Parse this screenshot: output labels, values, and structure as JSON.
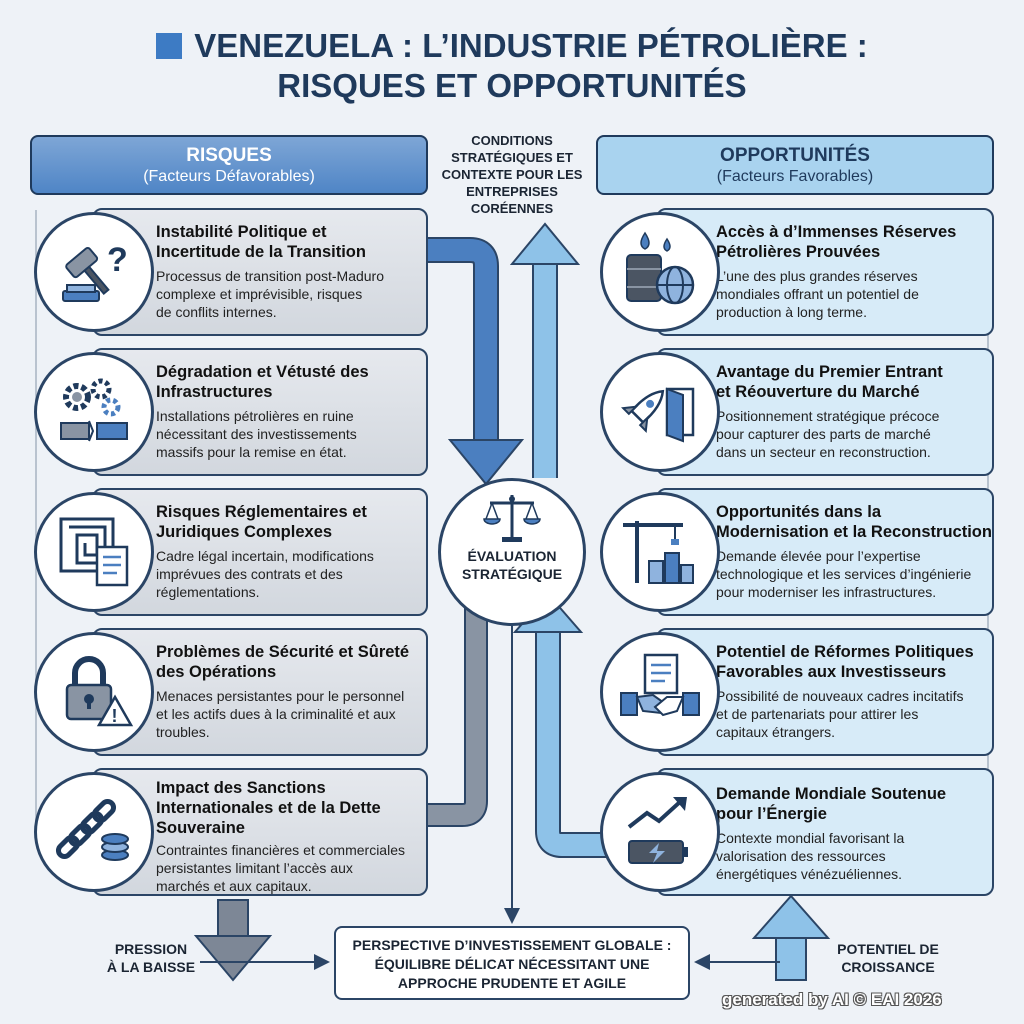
{
  "title": {
    "line1": "VENEZUELA : L’INDUSTRIE PÉTROLIÈRE :",
    "line2": "RISQUES ET OPPORTUNITÉS"
  },
  "risks_header": {
    "title": "RISQUES",
    "subtitle": "(Facteurs Défavorables)"
  },
  "opps_header": {
    "title": "OPPORTUNITÉS",
    "subtitle": "(Facteurs Favorables)"
  },
  "center_conditions": [
    "CONDITIONS",
    "STRATÉGIQUES ET",
    "CONTEXTE POUR LES",
    "ENTREPRISES",
    "CORÉENNES"
  ],
  "risks": [
    {
      "title": [
        "Instabilité Politique et",
        "Incertitude de la Transition"
      ],
      "desc": [
        "Processus de transition post-Maduro",
        "complexe et imprévisible, risques",
        "de conflits internes."
      ],
      "icon": "gavel-question-icon"
    },
    {
      "title": [
        "Dégradation et Vétusté des",
        "Infrastructures"
      ],
      "desc": [
        "Installations pétrolières en ruine",
        "nécessitant des investissements",
        "massifs pour la remise en état."
      ],
      "icon": "broken-pipe-gears-icon"
    },
    {
      "title": [
        "Risques Réglementaires et",
        "Juridiques Complexes"
      ],
      "desc": [
        "Cadre légal incertain, modifications",
        "imprévues des contrats et des",
        "réglementations."
      ],
      "icon": "maze-document-icon"
    },
    {
      "title": [
        "Problèmes de Sécurité et Sûreté",
        "des Opérations"
      ],
      "desc": [
        "Menaces persistantes pour le personnel",
        "et les actifs dues à la criminalité et aux",
        "troubles."
      ],
      "icon": "padlock-warning-icon"
    },
    {
      "title": [
        "Impact des Sanctions",
        "Internationales et de la Dette",
        "Souveraine"
      ],
      "desc": [
        "Contraintes financières et commerciales",
        "persistantes limitant l’accès aux",
        "marchés et aux capitaux."
      ],
      "icon": "chain-coins-icon"
    }
  ],
  "opportunities": [
    {
      "title": [
        "Accès à d’Immenses Réserves",
        "Pétrolières Prouvées"
      ],
      "desc": [
        "L’une des plus grandes réserves",
        "mondiales offrant un potentiel de",
        "production à long terme."
      ],
      "icon": "oil-barrel-globe-icon"
    },
    {
      "title": [
        "Avantage du Premier Entrant",
        "et Réouverture du Marché"
      ],
      "desc": [
        "Positionnement stratégique précoce",
        "pour capturer des parts de marché",
        "dans un secteur en reconstruction."
      ],
      "icon": "rocket-door-icon"
    },
    {
      "title": [
        "Opportunités dans la",
        "Modernisation et la Reconstruction"
      ],
      "desc": [
        "Demande élevée pour l’expertise",
        "technologique et les services d’ingénierie",
        "pour moderniser les infrastructures."
      ],
      "icon": "crane-buildings-icon"
    },
    {
      "title": [
        "Potentiel de Réformes Politiques",
        "Favorables aux Investisseurs"
      ],
      "desc": [
        "Possibilité de nouveaux cadres incitatifs",
        "et de partenariats pour attirer les",
        "capitaux étrangers."
      ],
      "icon": "handshake-document-icon"
    },
    {
      "title": [
        "Demande Mondiale Soutenue",
        "pour l’Énergie"
      ],
      "desc": [
        "Contexte mondial favorisant la",
        "valorisation des ressources",
        "énergétiques vénézuéliennes."
      ],
      "icon": "growth-battery-icon"
    }
  ],
  "evaluation": {
    "line1": "ÉVALUATION",
    "line2": "STRATÉGIQUE",
    "icon": "balance-scale-icon"
  },
  "perspective": [
    "PERSPECTIVE D’INVESTISSEMENT GLOBALE :",
    "ÉQUILIBRE DÉLICAT NÉCESSITANT UNE",
    "APPROCHE PRUDENTE ET AGILE"
  ],
  "pressure": [
    "PRESSION",
    "À LA BAISSE"
  ],
  "growth": [
    "POTENTIEL DE",
    "CROISSANCE"
  ],
  "watermark": "generated by AI © EAI 2026",
  "colors": {
    "dark_navy": "#1f3a5c",
    "risk_blue": "#4f85c6",
    "opp_light_blue": "#a9d3ef",
    "grey_arrow": "#7d8796"
  }
}
